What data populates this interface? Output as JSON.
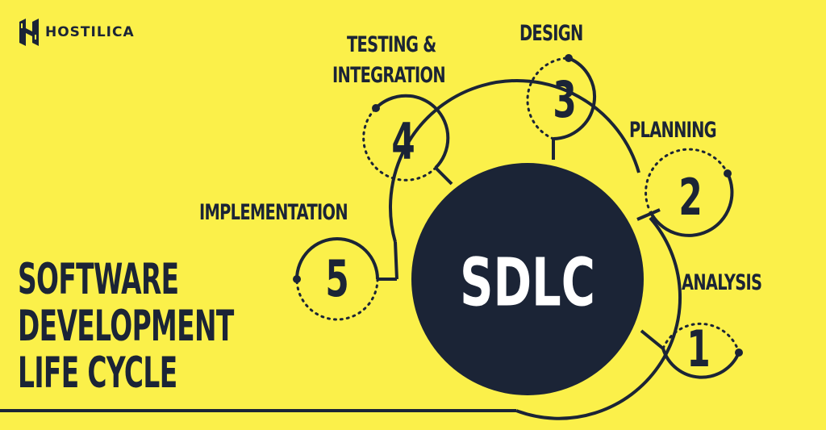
{
  "brand": {
    "name": "HOSTILICA",
    "icon": "hostilica-logo-icon"
  },
  "title_lines": [
    "SOFTWARE",
    "DEVELOPMENT",
    "LIFE CYCLE"
  ],
  "center_label": "SDLC",
  "steps": [
    {
      "number": "1",
      "label": "ANALYSIS"
    },
    {
      "number": "2",
      "label": "PLANNING"
    },
    {
      "number": "3",
      "label": "DESIGN"
    },
    {
      "number": "4",
      "label_lines": [
        "TESTING &",
        "INTEGRATION"
      ]
    },
    {
      "number": "5",
      "label": "IMPLEMENTATION"
    }
  ],
  "colors": {
    "background": "#fbf04a",
    "ink": "#1b2436",
    "center_text": "#ffffff"
  }
}
